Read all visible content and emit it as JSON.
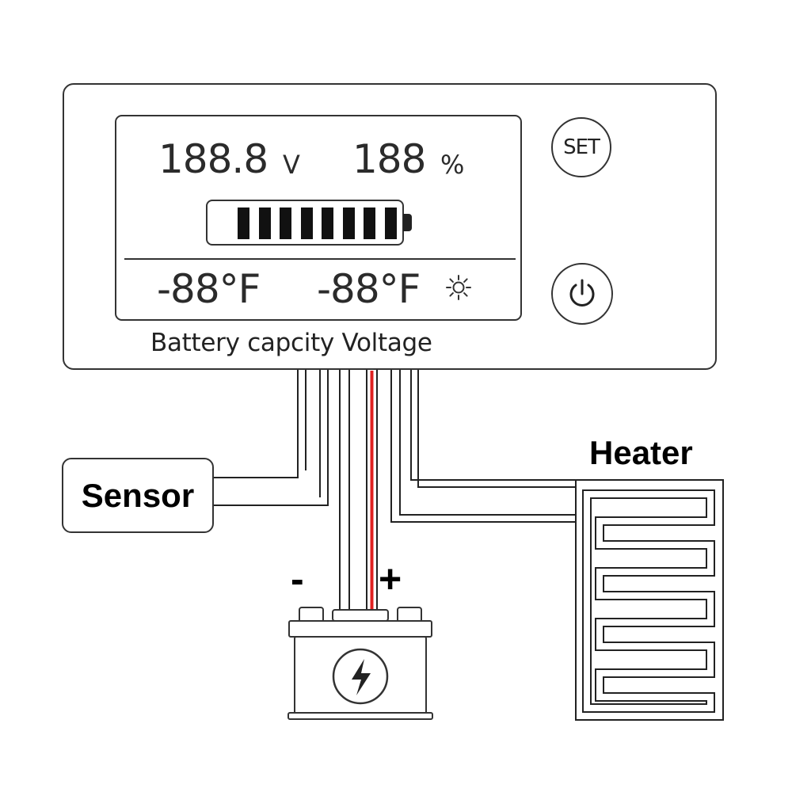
{
  "display": {
    "voltage_value": "188.8",
    "voltage_unit": "V",
    "percent_value": "188",
    "percent_unit": "%",
    "temperature_1": "-88°F",
    "temperature_2": "-88°F",
    "battery_level_segments": 8,
    "backlight_icon": "sun-icon"
  },
  "device": {
    "caption": "Battery capcity Voltage",
    "set_button_label": "SET",
    "power_icon": "power-icon"
  },
  "wiring": {
    "sensor_label": "Sensor",
    "heater_label": "Heater",
    "negative_label": "-",
    "positive_label": "+",
    "positive_wire_color": "#e02020",
    "wire_color": "#222222",
    "battery_icon": "battery-lightning-icon"
  }
}
